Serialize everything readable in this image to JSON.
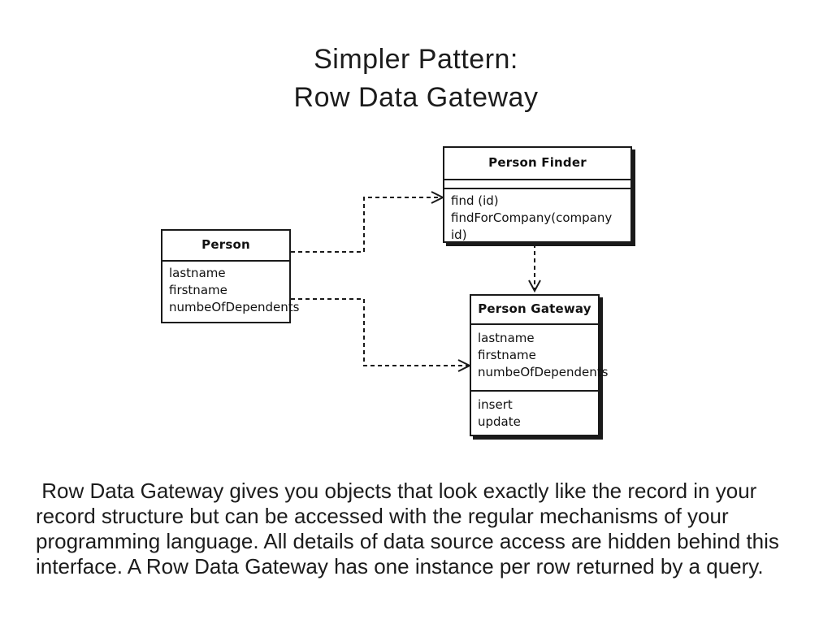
{
  "slide": {
    "title_lines": [
      "Simpler Pattern:",
      "Row Data Gateway"
    ],
    "body_lines": [
      " Row Data Gateway gives you objects that look exactly like the record in your",
      "record structure but can be accessed with the regular mechanisms of your",
      "programming language. All details of data source access are hidden behind this",
      "interface. A Row Data Gateway has one instance per row returned by a query."
    ]
  },
  "diagram": {
    "classes": [
      {
        "name": "Person",
        "attributes": [
          "lastname",
          "firstname",
          "numbeOfDependents"
        ],
        "methods": []
      },
      {
        "name": "Person Finder",
        "attributes": [],
        "methods": [
          "find (id)",
          "findForCompany(company id)"
        ]
      },
      {
        "name": "Person Gateway",
        "attributes": [
          "lastname",
          "firstname",
          "numbeOfDependents"
        ],
        "methods": [
          "insert",
          "update"
        ]
      }
    ]
  }
}
